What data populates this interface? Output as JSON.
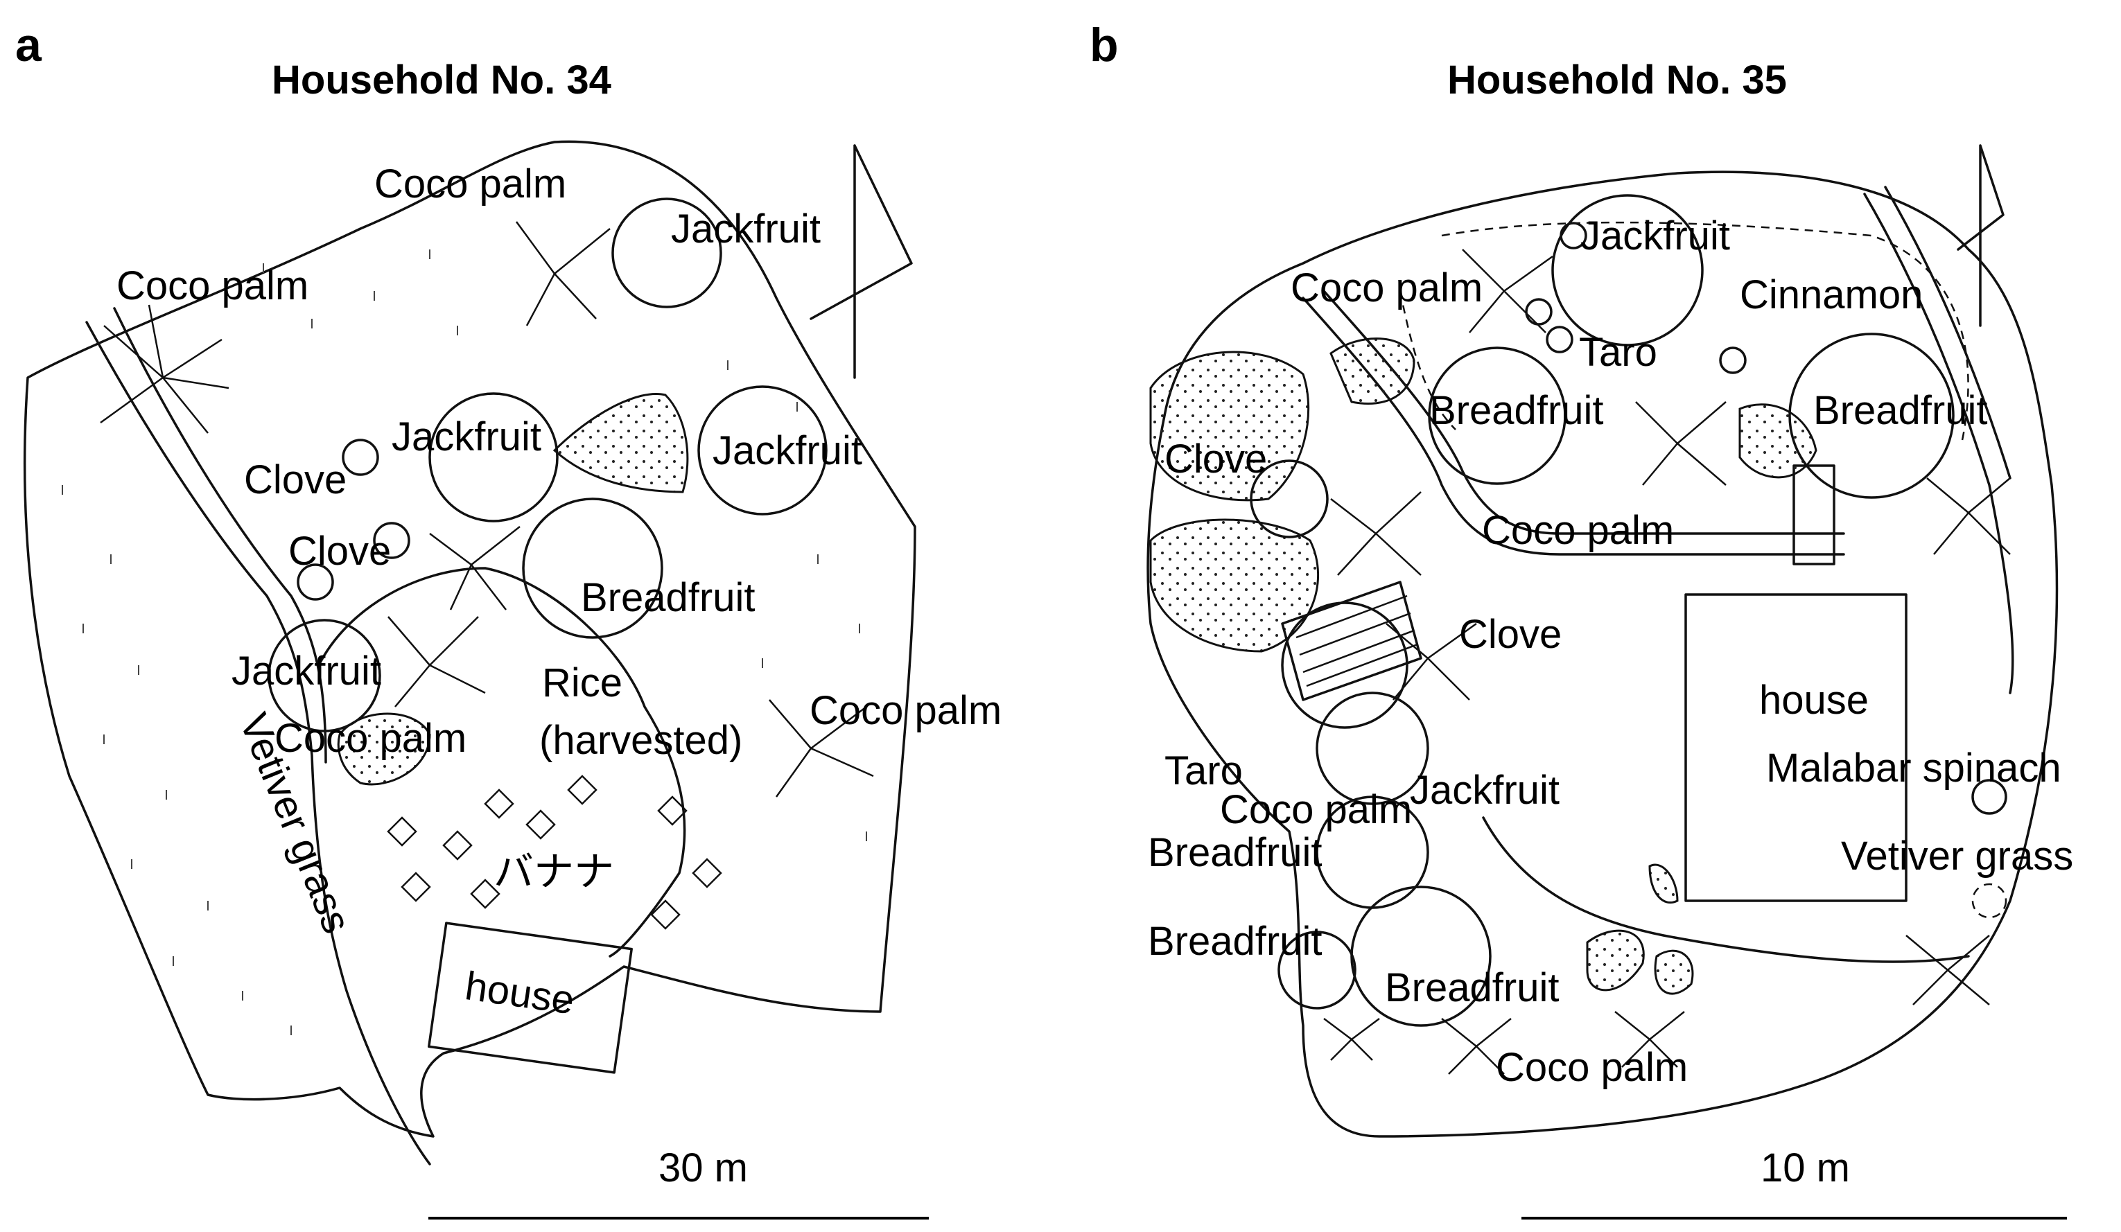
{
  "panels": [
    {
      "letter": "a",
      "title": "Household No. 34",
      "scale_label": "30 m",
      "labels": {
        "coco_palm_top": "Coco palm",
        "jackfruit_top": "Jackfruit",
        "coco_palm_left": "Coco palm",
        "jackfruit_mid": "Jackfruit",
        "jackfruit_right": "Jackfruit",
        "clove_1": "Clove",
        "clove_2": "Clove",
        "breadfruit": "Breadfruit",
        "jackfruit_low": "Jackfruit",
        "rice_1": "Rice",
        "rice_2": "(harvested)",
        "coco_palm_right": "Coco palm",
        "coco_palm_low": "Coco palm",
        "vetiver_grass": "Vetiver grass",
        "banana": "バナナ",
        "house": "house"
      }
    },
    {
      "letter": "b",
      "title": "Household No. 35",
      "scale_label": "10 m",
      "labels": {
        "jackfruit_top": "Jackfruit",
        "coco_palm_top": "Coco palm",
        "cinnamon": "Cinnamon",
        "taro_top": "Taro",
        "breadfruit_mid": "Breadfruit",
        "breadfruit_right": "Breadfruit",
        "clove_left": "Clove",
        "coco_palm_mid": "Coco palm",
        "clove_mid": "Clove",
        "house": "house",
        "malabar_spinach": "Malabar spinach",
        "taro_low": "Taro",
        "coco_palm_low": "Coco palm",
        "jackfruit_low": "Jackfruit",
        "breadfruit_low1": "Breadfruit",
        "breadfruit_low2": "Breadfruit",
        "vetiver_grass": "Vetiver grass",
        "breadfruit_bottom": "Breadfruit",
        "coco_palm_bottom": "Coco palm"
      }
    }
  ]
}
